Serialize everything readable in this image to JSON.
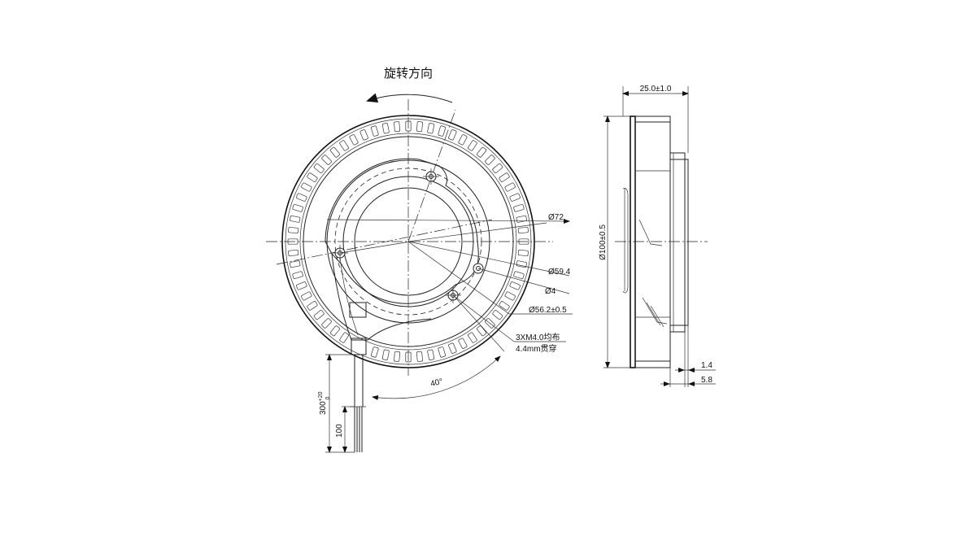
{
  "labels": {
    "rotation": "旋转方向",
    "d72": "Ø72",
    "d59": "Ø59.4",
    "d4": "Ø4",
    "d56": "Ø56.2±0.5",
    "holes1": "3XM4.0均布",
    "holes2": "4.4mm贯穿",
    "angle": "40°",
    "width": "25.0±1.0",
    "dia100": "Ø100±0.5",
    "t14": "1.4",
    "t58": "5.8",
    "len300": "300",
    "len300_sup": "+20",
    "len300_sub": "0",
    "len100": "100"
  }
}
